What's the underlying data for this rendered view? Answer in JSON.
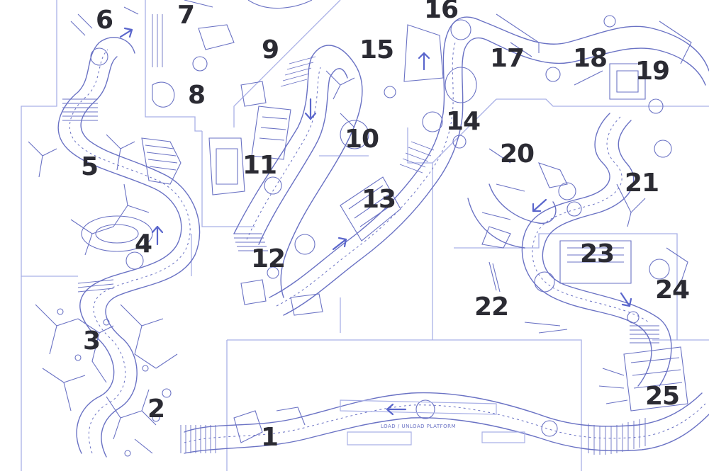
{
  "colors": {
    "ink": "#6a72c4",
    "ink_light": "#a9b0e6",
    "label": "#2b2b33",
    "background": "#ffffff"
  },
  "platform_label": "LOAD / UNLOAD PLATFORM",
  "scenes": [
    {
      "id": "scene-1",
      "label": "1"
    },
    {
      "id": "scene-2",
      "label": "2"
    },
    {
      "id": "scene-3",
      "label": "3"
    },
    {
      "id": "scene-4",
      "label": "4"
    },
    {
      "id": "scene-5",
      "label": "5"
    },
    {
      "id": "scene-6",
      "label": "6"
    },
    {
      "id": "scene-7",
      "label": "7"
    },
    {
      "id": "scene-8",
      "label": "8"
    },
    {
      "id": "scene-9",
      "label": "9"
    },
    {
      "id": "scene-10",
      "label": "10"
    },
    {
      "id": "scene-11",
      "label": "11"
    },
    {
      "id": "scene-12",
      "label": "12"
    },
    {
      "id": "scene-13",
      "label": "13"
    },
    {
      "id": "scene-14",
      "label": "14"
    },
    {
      "id": "scene-15",
      "label": "15"
    },
    {
      "id": "scene-16",
      "label": "16"
    },
    {
      "id": "scene-17",
      "label": "17"
    },
    {
      "id": "scene-18",
      "label": "18"
    },
    {
      "id": "scene-19",
      "label": "19"
    },
    {
      "id": "scene-20",
      "label": "20"
    },
    {
      "id": "scene-21",
      "label": "21"
    },
    {
      "id": "scene-22",
      "label": "22"
    },
    {
      "id": "scene-23",
      "label": "23"
    },
    {
      "id": "scene-24",
      "label": "24"
    },
    {
      "id": "scene-25",
      "label": "25"
    }
  ]
}
